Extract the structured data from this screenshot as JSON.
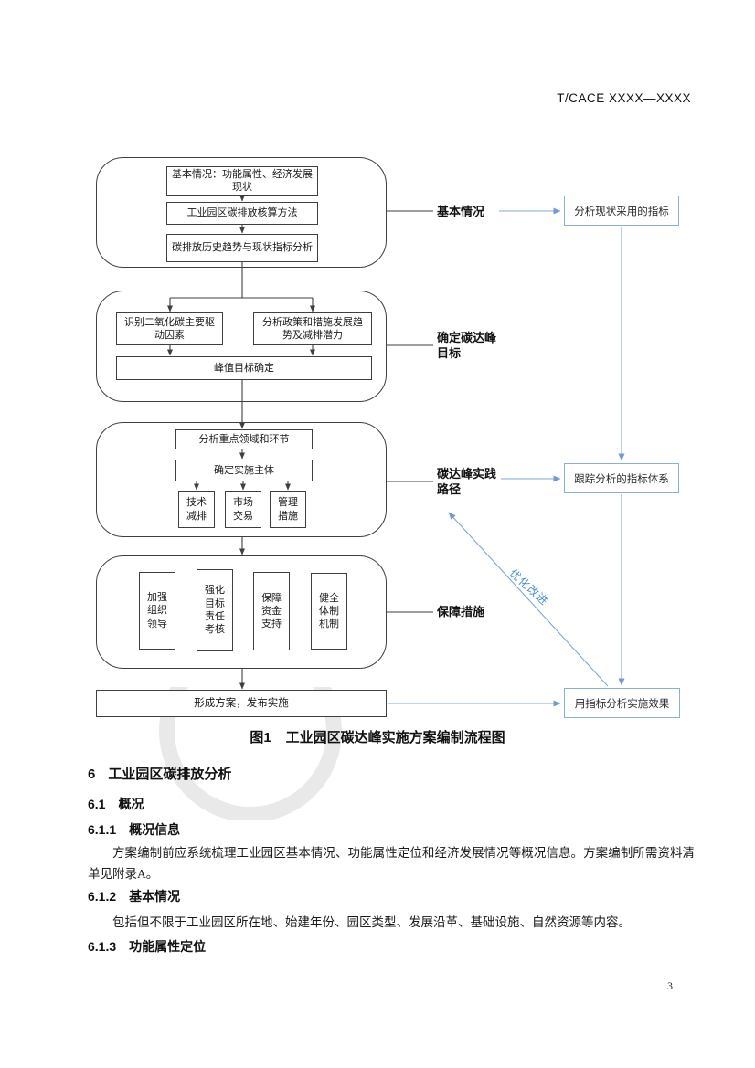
{
  "header": {
    "doc_code": "T/CACE XXXX—XXXX"
  },
  "flowchart": {
    "stage1": {
      "label": "基本情况",
      "boxes": [
        "基本情况：功能属性、经济发展\n现状",
        "工业园区碳排放核算方法",
        "碳排放历史趋势与现状指标分析"
      ]
    },
    "stage2": {
      "label": "确定碳达峰\n目标",
      "boxes": [
        "识别二氧化碳主要驱\n动因素",
        "分析政策和措施发展趋\n势及减排潜力",
        "峰值目标确定"
      ]
    },
    "stage3": {
      "label": "碳达峰实践\n路径",
      "boxes": [
        "分析重点领域和环节",
        "确定实施主体",
        "技术\n减排",
        "市场\n交易",
        "管理\n措施"
      ]
    },
    "stage4": {
      "label": "保障措施",
      "boxes": [
        "加强\n组织\n领导",
        "强化\n目标\n责任\n考核",
        "保障\n资金\n支持",
        "健全\n体制\n机制"
      ]
    },
    "final_box": "形成方案，发布实施",
    "indicator_boxes": [
      "分析现状采用的指标",
      "跟踪分析的指标体系",
      "用指标分析实施效果"
    ],
    "feedback_label": "优化改进"
  },
  "caption": {
    "label": "图1",
    "text": "工业园区碳达峰实施方案编制流程图"
  },
  "sections": [
    {
      "number": "6",
      "title": "工业园区碳排放分析"
    },
    {
      "number": "6.1",
      "title": "概况"
    },
    {
      "number": "6.1.1",
      "title": "概况信息",
      "body": "方案编制前应系统梳理工业园区基本情况、功能属性定位和经济发展情况等概况信息。方案编制所需资料清单见附录A。"
    },
    {
      "number": "6.1.2",
      "title": "基本情况",
      "body": "包括但不限于工业园区所在地、始建年份、园区类型、发展沿革、基础设施、自然资源等内容。"
    },
    {
      "number": "6.1.3",
      "title": "功能属性定位"
    }
  ],
  "page_number": "3",
  "colors": {
    "line_black": "#3f3f3f",
    "arrow_blue": "#7da7d9",
    "box_border_blue": "#8ab0d8",
    "feedback_text_blue": "#4a8fd6",
    "watermark_gray": "#e9e9e9"
  }
}
